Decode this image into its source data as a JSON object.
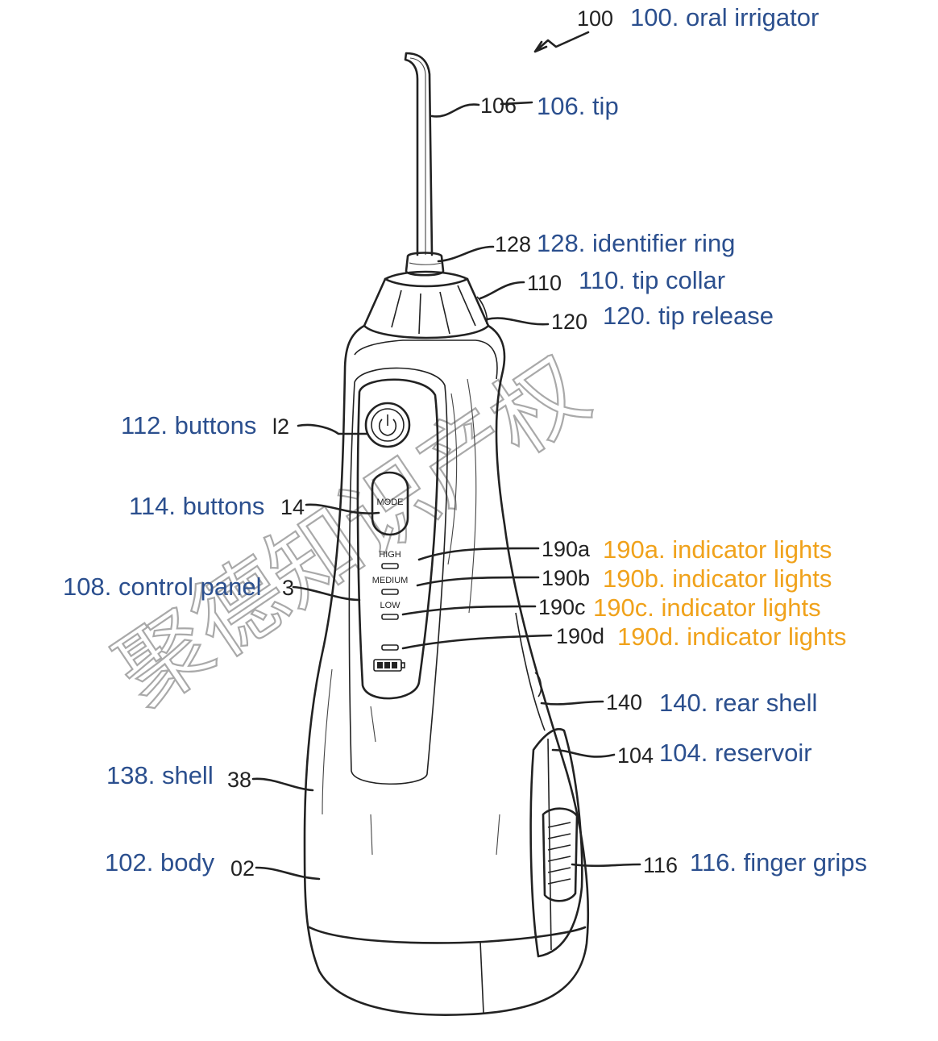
{
  "title": {
    "ref": "100",
    "caption": "100. oral irrigator"
  },
  "labels": [
    {
      "id": "tip",
      "ref": "106",
      "caption": "106. tip",
      "color": "#2b4f8e"
    },
    {
      "id": "identifier-ring",
      "ref": "128",
      "caption": "128. identifier ring",
      "color": "#2b4f8e"
    },
    {
      "id": "tip-collar",
      "ref": "110",
      "caption": "110. tip collar",
      "color": "#2b4f8e"
    },
    {
      "id": "tip-release",
      "ref": "120",
      "caption": "120. tip release",
      "color": "#2b4f8e"
    },
    {
      "id": "buttons-112",
      "ref": "l2",
      "caption": "112. buttons",
      "color": "#2b4f8e"
    },
    {
      "id": "buttons-114",
      "ref": "14",
      "caption": "114. buttons",
      "color": "#2b4f8e"
    },
    {
      "id": "indicator-190a",
      "ref": "190a",
      "caption": "190a. indicator lights",
      "color": "#f0a21b"
    },
    {
      "id": "indicator-190b",
      "ref": "190b",
      "caption": "190b. indicator lights",
      "color": "#f0a21b"
    },
    {
      "id": "control-panel",
      "ref": "3",
      "caption": "108. control panel",
      "color": "#2b4f8e"
    },
    {
      "id": "indicator-190c",
      "ref": "190c",
      "caption": "190c. indicator lights",
      "color": "#f0a21b"
    },
    {
      "id": "indicator-190d",
      "ref": "190d",
      "caption": "190d. indicator lights",
      "color": "#f0a21b"
    },
    {
      "id": "rear-shell",
      "ref": "140",
      "caption": "140. rear shell",
      "color": "#2b4f8e"
    },
    {
      "id": "reservoir",
      "ref": "104",
      "caption": "104. reservoir",
      "color": "#2b4f8e"
    },
    {
      "id": "shell",
      "ref": "38",
      "caption": "138. shell",
      "color": "#2b4f8e"
    },
    {
      "id": "body",
      "ref": "02",
      "caption": "102. body",
      "color": "#2b4f8e"
    },
    {
      "id": "finger-grips",
      "ref": "116",
      "caption": "116. finger grips",
      "color": "#2b4f8e"
    }
  ],
  "panel": {
    "mode": "MODE",
    "high": "HIGH",
    "medium": "MEDIUM",
    "low": "LOW"
  },
  "watermark": "聚德知识产权"
}
